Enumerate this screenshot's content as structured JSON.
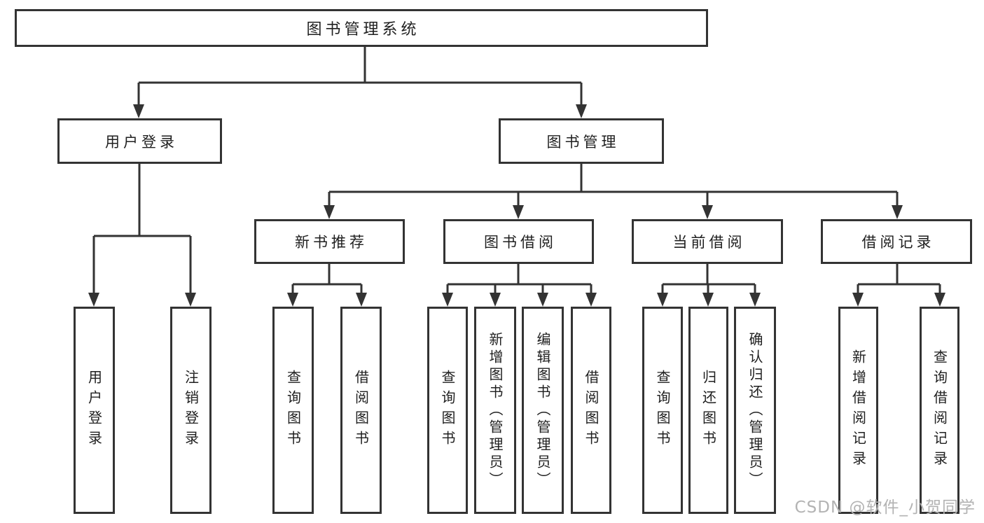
{
  "colors": {
    "line": "#333333",
    "text": "#1f1f1f",
    "background": "#ffffff",
    "watermark": "#b3b3b3"
  },
  "diagram": {
    "root": {
      "label": "图书管理系统"
    },
    "branches": [
      {
        "label": "用户登录",
        "children": [
          "用户登录",
          "注销登录"
        ]
      },
      {
        "label": "图书管理",
        "groups": [
          {
            "label": "新书推荐",
            "children": [
              "查询图书",
              "借阅图书"
            ]
          },
          {
            "label": "图书借阅",
            "children": [
              "查询图书",
              "新增图书（管理员）",
              "编辑图书（管理员）",
              "借阅图书"
            ]
          },
          {
            "label": "当前借阅",
            "children": [
              "查询图书",
              "归还图书",
              "确认归还（管理员）"
            ]
          },
          {
            "label": "借阅记录",
            "children": [
              "新增借阅记录",
              "查询借阅记录"
            ]
          }
        ]
      }
    ]
  },
  "watermark": "CSDN @软件_小贺同学"
}
